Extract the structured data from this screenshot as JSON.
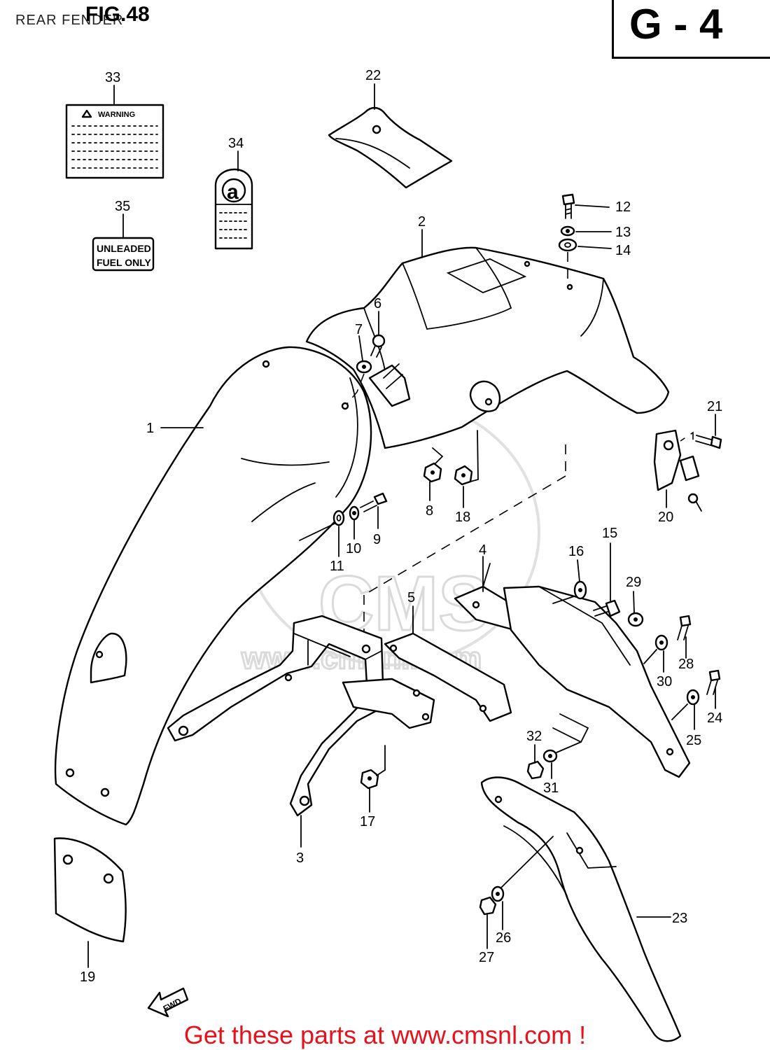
{
  "header": {
    "subtitle": "REAR FENDER",
    "figure": "FIG.48",
    "section": "G - 4"
  },
  "decals": {
    "warning_title": "WARNING",
    "tag_letter": "a",
    "unleaded_line1": "UNLEADED",
    "unleaded_line2": "FUEL ONLY"
  },
  "arrow_label": "FWD",
  "watermark": {
    "logo": "CMS",
    "site": "www.cmsnl.com"
  },
  "callouts": {
    "c1": "1",
    "c2": "2",
    "c3": "3",
    "c4": "4",
    "c5": "5",
    "c6": "6",
    "c7": "7",
    "c8": "8",
    "c9": "9",
    "c10": "10",
    "c11": "11",
    "c12": "12",
    "c13": "13",
    "c14": "14",
    "c15": "15",
    "c16": "16",
    "c17": "17",
    "c18": "18",
    "c19": "19",
    "c20": "20",
    "c21": "21",
    "c22": "22",
    "c23": "23",
    "c24": "24",
    "c25": "25",
    "c26": "26",
    "c27": "27",
    "c28": "28",
    "c29": "29",
    "c30": "30",
    "c31": "31",
    "c32": "32",
    "c33": "33",
    "c34": "34",
    "c35": "35"
  },
  "footer": "Get these parts at www.cmsnl.com !"
}
